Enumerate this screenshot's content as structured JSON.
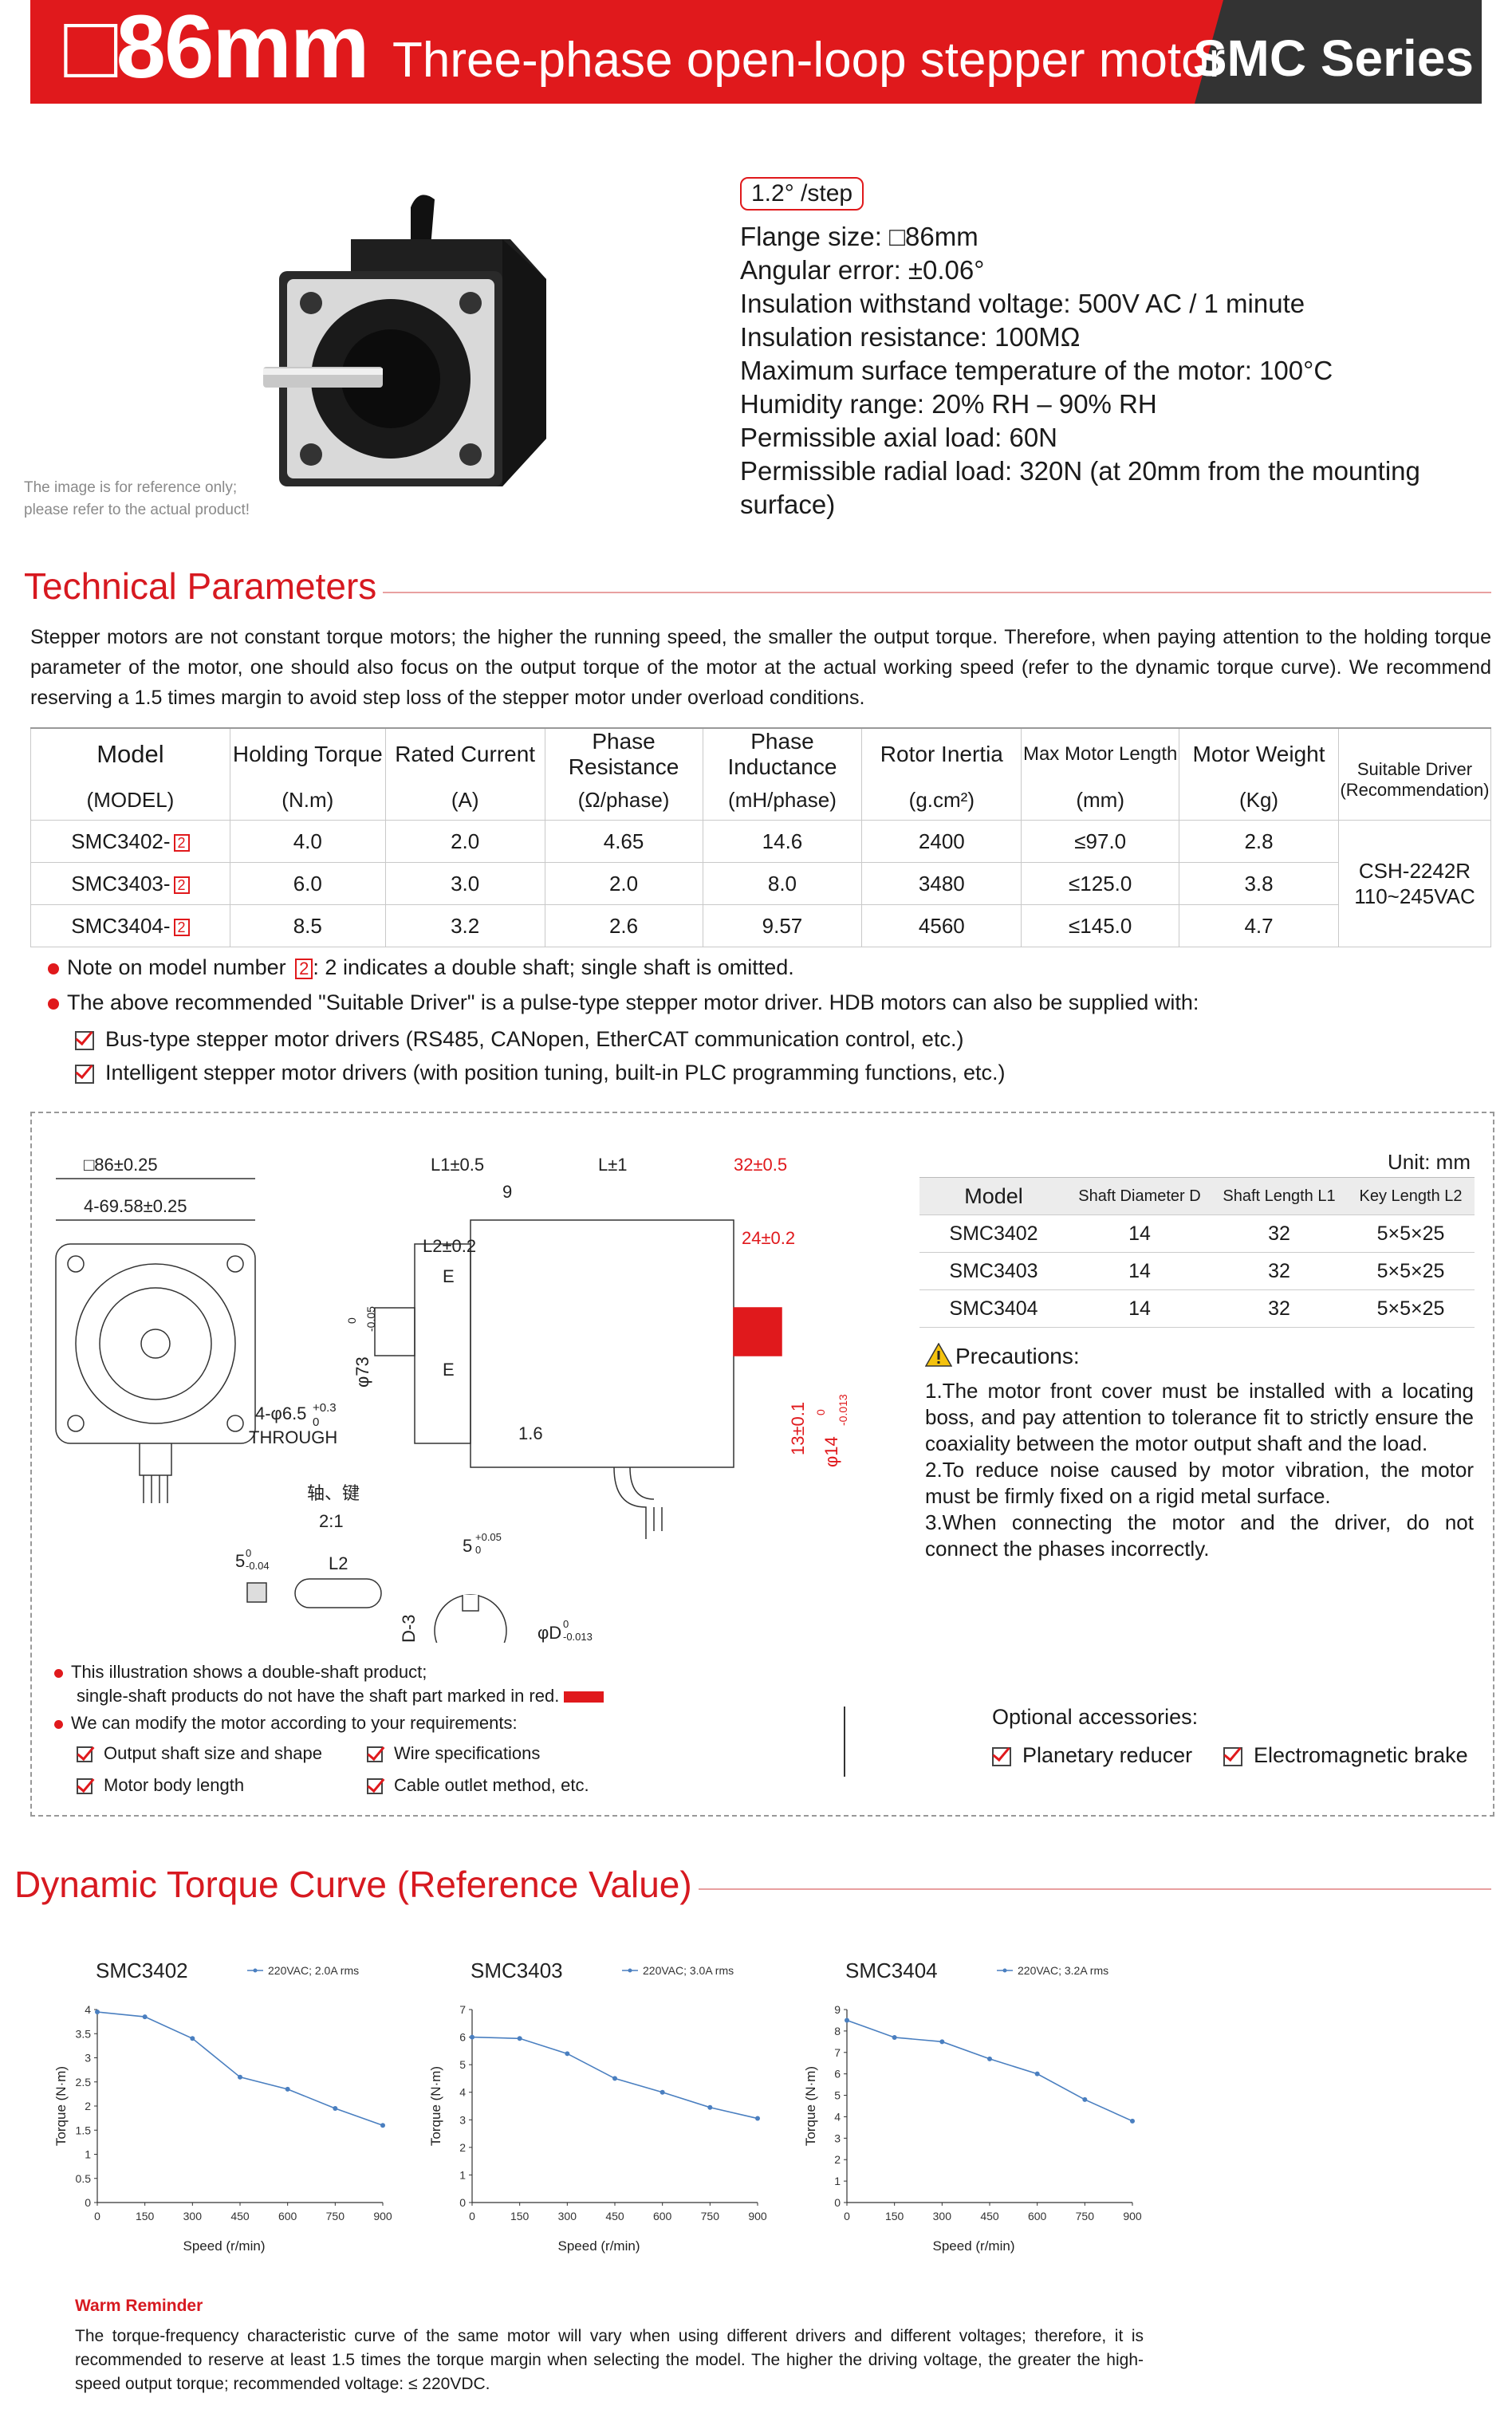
{
  "header": {
    "size": "□86mm",
    "subtitle": "Three-phase open-loop stepper motor",
    "series": "SMC Series"
  },
  "product_image": {
    "note_line1": "The image is for reference only;",
    "note_line2": "please refer to the actual product!"
  },
  "specs": {
    "step": "1.2° /step",
    "items": [
      "Flange size: □86mm",
      "Angular error: ±0.06°",
      "Insulation withstand voltage: 500V AC / 1 minute",
      "Insulation resistance: 100MΩ",
      "Maximum surface temperature of the motor: 100°C",
      "Humidity range: 20% RH – 90% RH",
      "Permissible axial load: 60N",
      "Permissible radial load: 320N (at 20mm from the mounting surface)"
    ]
  },
  "technical": {
    "title": "Technical Parameters",
    "intro": "Stepper motors are not constant torque motors; the higher the running speed, the smaller the output torque. Therefore, when paying attention to the holding torque parameter of the motor, one should also focus on the output torque of the motor at the actual working speed (refer to the dynamic torque curve). We recommend reserving a 1.5 times margin to avoid step loss of the stepper motor under overload conditions.",
    "headers_top": [
      "Model",
      "Holding Torque",
      "Rated Current",
      "Phase Resistance",
      "Phase Inductance",
      "Rotor Inertia",
      "Max Motor Length",
      "Motor Weight",
      "Suitable Driver"
    ],
    "headers_bottom": [
      "(MODEL)",
      "(N.m)",
      "(A)",
      "(Ω/phase)",
      "(mH/phase)",
      "(g.cm²)",
      "(mm)",
      "(Kg)",
      "(Recommendation)"
    ],
    "rows": [
      {
        "model": "SMC3402-",
        "torque": "4.0",
        "current": "2.0",
        "resistance": "4.65",
        "inductance": "14.6",
        "inertia": "2400",
        "length": "≤97.0",
        "weight": "2.8"
      },
      {
        "model": "SMC3403-",
        "torque": "6.0",
        "current": "3.0",
        "resistance": "2.0",
        "inductance": "8.0",
        "inertia": "3480",
        "length": "≤125.0",
        "weight": "3.8"
      },
      {
        "model": "SMC3404-",
        "torque": "8.5",
        "current": "3.2",
        "resistance": "2.6",
        "inductance": "9.57",
        "inertia": "4560",
        "length": "≤145.0",
        "weight": "4.7"
      }
    ],
    "model_suffix": "2",
    "driver_line1": "CSH-2242R",
    "driver_line2": "110~245VAC",
    "note1_a": "Note on model number",
    "note1_box": "2",
    "note1_b": ": 2 indicates a double shaft; single shaft is omitted.",
    "note2": "The above recommended \"Suitable Driver\" is a pulse-type stepper motor driver. HDB motors can also be supplied with:",
    "check1": "Bus-type stepper motor drivers (RS485, CANopen, EtherCAT communication control, etc.)",
    "check2": "Intelligent stepper motor drivers (with position tuning, built-in PLC programming functions, etc.)"
  },
  "drawing": {
    "units": "Unit: mm",
    "table_headers": [
      "Model",
      "Shaft Diameter D",
      "Shaft Length L1",
      "Key Length L2"
    ],
    "table_rows": [
      [
        "SMC3402",
        "14",
        "32",
        "5×5×25"
      ],
      [
        "SMC3403",
        "14",
        "32",
        "5×5×25"
      ],
      [
        "SMC3404",
        "14",
        "32",
        "5×5×25"
      ]
    ],
    "precautions_title": "Precautions:",
    "precautions": "1.The motor front cover must be installed with a locating boss, and pay attention to tolerance fit to strictly ensure the coaxiality between the motor output shaft and the load.\n2.To reduce noise caused by motor vibration, the motor must be firmly fixed on a rigid metal surface.\n3.When connecting the motor and the driver, do not connect the phases incorrectly.",
    "dim_labels": {
      "flange": "□86±0.25",
      "holes": "4-69.58±0.25",
      "hole_dia": "4-φ6.5",
      "hole_tol": "+0.3",
      "hole_tol0": "0",
      "through": "THROUGH",
      "l1": "L1±0.5",
      "l": "L±1",
      "l32": "32±0.5",
      "nine": "9",
      "l2": "L2±0.2",
      "e": "E",
      "e2": "E",
      "d24": "24±0.2",
      "d73": "φ73",
      "d73tol": "0",
      "d73tol2": "-0.05",
      "one6": "1.6",
      "d13": "13±0.1",
      "d14": "φ14",
      "d14tol": "0",
      "d14tol2": "-0.013",
      "shaft_key": "轴、键",
      "ratio": "2:1",
      "five": "5",
      "five_tol": "0",
      "five_tol2": "-0.04",
      "l2b": "L2",
      "five_b": "5",
      "five_b_tol": "+0.05",
      "five_b_tol2": "0",
      "d3": "D-3",
      "dphi": "φD",
      "dphi_tol": "0",
      "dphi_tol2": "-0.013"
    },
    "bottom_note1_a": "This illustration shows a double-shaft product;",
    "bottom_note1_b": "single-shaft products do not have the shaft part marked in red.",
    "bottom_note2": "We can modify the motor according to your requirements:",
    "mods": [
      "Output shaft size and shape",
      "Wire specifications",
      "Motor body length",
      "Cable outlet method, etc."
    ],
    "accessories_title": "Optional accessories:",
    "accessories": [
      "Planetary reducer",
      "Electromagnetic brake"
    ]
  },
  "curves": {
    "title": "Dynamic Torque Curve (Reference Value)"
  },
  "chart_data": [
    {
      "type": "line",
      "title": "SMC3402",
      "xlabel": "Speed (r/min)",
      "ylabel": "Torque (N·m)",
      "x": [
        0,
        150,
        300,
        450,
        600,
        750,
        900
      ],
      "xticks": [
        "0",
        "150",
        "300",
        "450",
        "600",
        "750",
        "900"
      ],
      "ylim": [
        0,
        4
      ],
      "yticks": [
        "0",
        "0.5",
        "1",
        "1.5",
        "2",
        "2.5",
        "3",
        "3.5",
        "4"
      ],
      "series": [
        {
          "name": "220VAC; 2.0A rms",
          "values": [
            3.95,
            3.85,
            3.4,
            2.6,
            2.35,
            1.95,
            1.6
          ]
        }
      ]
    },
    {
      "type": "line",
      "title": "SMC3403",
      "xlabel": "Speed (r/min)",
      "ylabel": "Torque (N·m)",
      "x": [
        0,
        150,
        300,
        450,
        600,
        750,
        900
      ],
      "xticks": [
        "0",
        "150",
        "300",
        "450",
        "600",
        "750",
        "900"
      ],
      "ylim": [
        0,
        7
      ],
      "yticks": [
        "0",
        "1",
        "2",
        "3",
        "4",
        "5",
        "6",
        "7"
      ],
      "series": [
        {
          "name": "220VAC; 3.0A rms",
          "values": [
            6.0,
            5.95,
            5.4,
            4.5,
            4.0,
            3.45,
            3.05
          ]
        }
      ]
    },
    {
      "type": "line",
      "title": "SMC3404",
      "xlabel": "Speed (r/min)",
      "ylabel": "Torque (N·m)",
      "x": [
        0,
        150,
        300,
        450,
        600,
        750,
        900
      ],
      "xticks": [
        "0",
        "150",
        "300",
        "450",
        "600",
        "750",
        "900"
      ],
      "ylim": [
        0,
        9
      ],
      "yticks": [
        "0",
        "1",
        "2",
        "3",
        "4",
        "5",
        "6",
        "7",
        "8",
        "9"
      ],
      "series": [
        {
          "name": "220VAC; 3.2A rms",
          "values": [
            8.5,
            7.7,
            7.5,
            6.7,
            6.0,
            4.8,
            3.8
          ]
        }
      ]
    }
  ],
  "reminder": {
    "title": "Warm Reminder",
    "text": "The torque-frequency characteristic curve of the same motor will vary when using different drivers and different voltages; therefore, it is recommended to reserve at least 1.5 times the torque margin when selecting the model. The higher the driving voltage, the greater the high-speed output torque; recommended voltage: ≤ 220VDC."
  }
}
